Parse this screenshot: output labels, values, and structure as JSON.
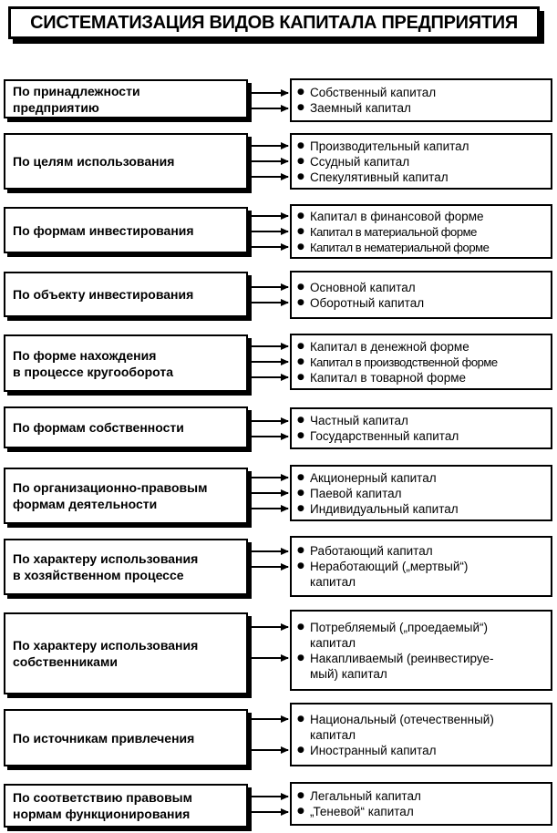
{
  "title": "СИСТЕМАТИЗАЦИЯ ВИДОВ КАПИТАЛА ПРЕДПРИЯТИЯ",
  "groups": [
    {
      "label": [
        "По принадлежности",
        "предприятию"
      ],
      "items": [
        "Собственный капитал",
        "Заемный капитал"
      ]
    },
    {
      "label": [
        "По целям использования"
      ],
      "items": [
        "Производительный капитал",
        "Ссудный капитал",
        "Спекулятивный капитал"
      ]
    },
    {
      "label": [
        "По формам инвестирования"
      ],
      "items": [
        "Капитал в финансовой форме",
        "Капитал в материальной форме",
        "Капитал в нематериальной форме"
      ]
    },
    {
      "label": [
        "По объекту инвестирования"
      ],
      "items": [
        "Основной капитал",
        "Оборотный капитал"
      ]
    },
    {
      "label": [
        "По форме нахождения",
        "в процессе кругооборота"
      ],
      "items": [
        "Капитал в денежной форме",
        "Капитал в производственной форме",
        "Капитал в товарной форме"
      ]
    },
    {
      "label": [
        "По формам собственности"
      ],
      "items": [
        "Частный капитал",
        "Государственный капитал"
      ]
    },
    {
      "label": [
        "По организационно-правовым",
        "формам деятельности"
      ],
      "items": [
        "Акционерный капитал",
        "Паевой капитал",
        "Индивидуальный капитал"
      ]
    },
    {
      "label": [
        "По характеру использования",
        "в хозяйственном процессе"
      ],
      "items": [
        "Работающий капитал",
        "Неработающий („мертвый“)\nкапитал"
      ]
    },
    {
      "label": [
        "По характеру использования",
        "собственниками"
      ],
      "items": [
        "Потребляемый („проедаемый“)\nкапитал",
        "Накапливаемый (реинвестируе-\nмый) капитал"
      ]
    },
    {
      "label": [
        "По источникам привлечения"
      ],
      "items": [
        "Национальный (отечественный)\nкапитал",
        "Иностранный капитал"
      ]
    },
    {
      "label": [
        "По соответствию правовым",
        "нормам функционирования"
      ],
      "items": [
        "Легальный капитал",
        "„Теневой“ капитал"
      ]
    }
  ]
}
